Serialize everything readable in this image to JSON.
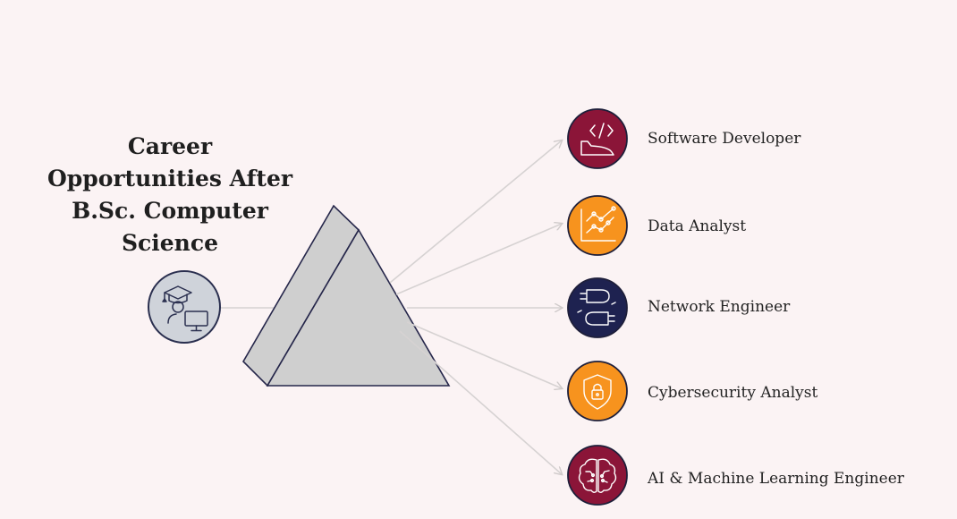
{
  "title": {
    "lines": [
      "Career",
      "Opportunities After",
      "B.Sc. Computer",
      "Science"
    ]
  },
  "source": {
    "icon": "graduate-computer-icon",
    "fill": "#cfd3da",
    "stroke": "#2a2f4f"
  },
  "prism": {
    "fill": "#cfcfcf",
    "stroke": "#25264a"
  },
  "beam_color": "#d6d2d2",
  "careers": [
    {
      "label": "Software Developer",
      "icon": "code-laptop-icon",
      "color": "#8b1538"
    },
    {
      "label": "Data Analyst",
      "icon": "line-chart-icon",
      "color": "#f7931e"
    },
    {
      "label": "Network Engineer",
      "icon": "network-plug-icon",
      "color": "#1e2250"
    },
    {
      "label": "Cybersecurity Analyst",
      "icon": "shield-lock-icon",
      "color": "#f7931e"
    },
    {
      "label": "AI & Machine Learning Engineer",
      "icon": "ai-brain-icon",
      "color": "#8b1538"
    }
  ]
}
